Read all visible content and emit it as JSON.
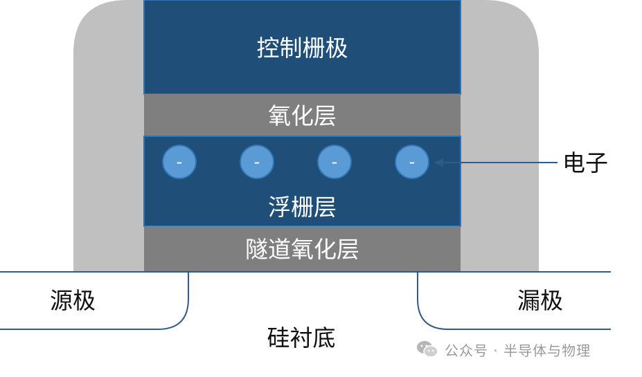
{
  "layers": {
    "control_gate": "控制栅极",
    "oxide": "氧化层",
    "floating_gate": "浮栅层",
    "tunnel_oxide": "隧道氧化层"
  },
  "regions": {
    "source": "源极",
    "drain": "漏极",
    "substrate": "硅衬底"
  },
  "annotation": {
    "electron": "电子"
  },
  "electrons": [
    {
      "sign": "-"
    },
    {
      "sign": "-"
    },
    {
      "sign": "-"
    },
    {
      "sign": "-"
    }
  ],
  "watermark": {
    "text": "公众号 · 半导体与物理"
  },
  "colors": {
    "gate_fill": "#1f4e79",
    "oxide_fill": "#7f7f7f",
    "spacer_fill": "#c0c0c0",
    "electron_fill": "#5b9bd5",
    "outline": "#2e75b6",
    "line": "#2f5b8a"
  }
}
